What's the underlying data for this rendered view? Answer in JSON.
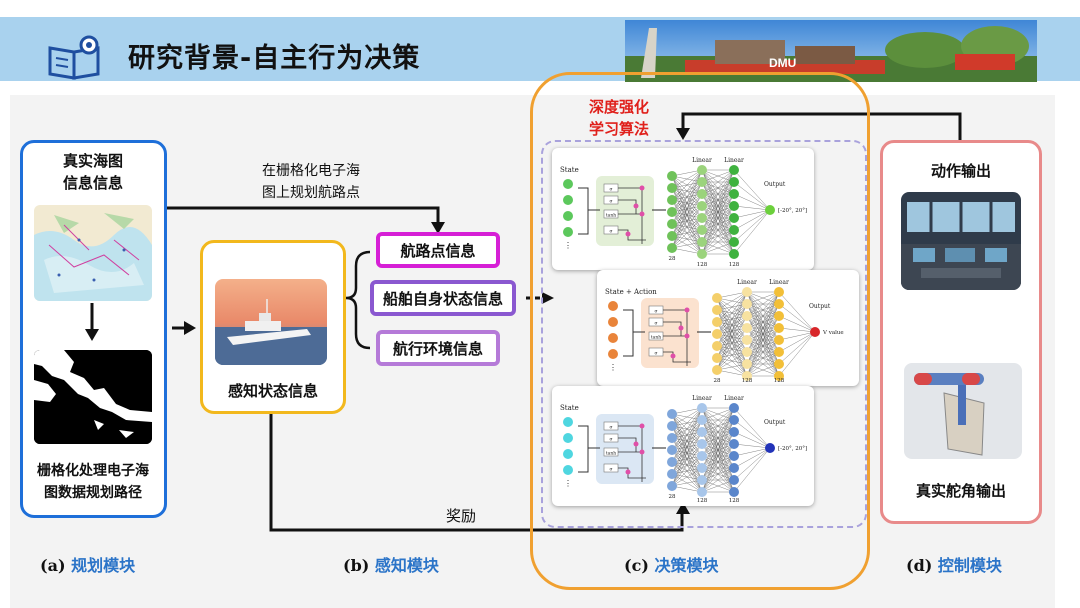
{
  "header": {
    "title": "研究背景-自主行为决策",
    "banner_text": "DMU"
  },
  "planning": {
    "title": "真实海图\n信息信息",
    "bottom_text": "栅格化处理电子海\n图数据规划路径",
    "arrow_label": "在栅格化电子海\n图上规划航路点"
  },
  "perception": {
    "label": "感知状态信息",
    "items": [
      "航路点信息",
      "船舶自身状态信息",
      "航行环境信息"
    ]
  },
  "decision": {
    "title": "深度强化\n学习算法",
    "reward": "奖励",
    "nets": [
      {
        "input_label": "State",
        "output_label": "Output",
        "out_range": "[-20°, 20°]",
        "layer_label": "Linear",
        "size": "128",
        "in_size": "28"
      },
      {
        "input_label": "State + Action",
        "output_label": "Output",
        "out_range": "V value",
        "layer_label": "Linear",
        "size": "128",
        "in_size": "28"
      },
      {
        "input_label": "State",
        "output_label": "Output",
        "out_range": "[-20°, 20°]",
        "layer_label": "Linear",
        "size": "128",
        "in_size": "28"
      }
    ],
    "lstm_text": {
      "sigma": "σ",
      "tanh": "tanh"
    }
  },
  "control": {
    "title": "动作输出",
    "bottom_text": "真实舵角输出"
  },
  "captions": [
    {
      "letter": "(a) ",
      "text": "规划模块"
    },
    {
      "letter": "(b) ",
      "text": "感知模块"
    },
    {
      "letter": "(c) ",
      "text": "决策模块"
    },
    {
      "letter": "(d) ",
      "text": "控制模块"
    }
  ],
  "colors": {
    "header_bg": "#a9d2ee",
    "blue": "#1e6fd9",
    "yellow": "#f2b81d",
    "orange": "#f0a030",
    "pink": "#e88a8a",
    "caption": "#2b74c8",
    "red": "#e0201b"
  }
}
